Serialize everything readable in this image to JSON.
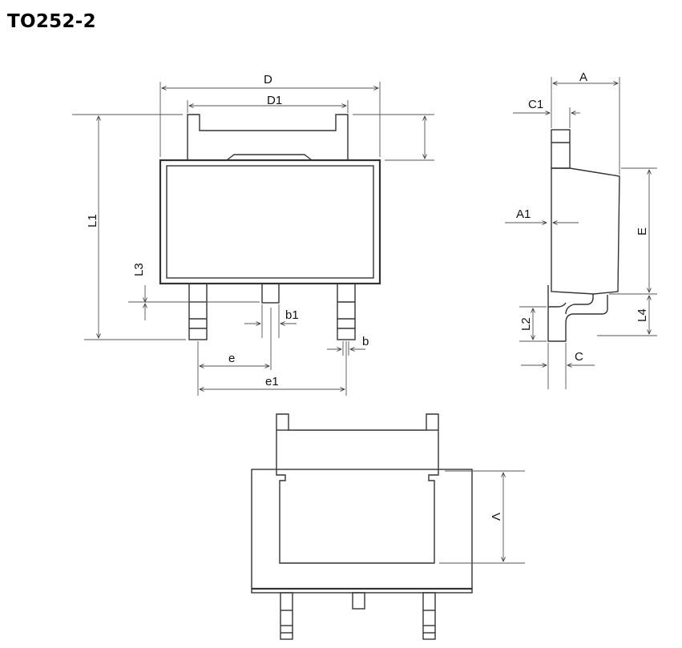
{
  "title": "TO252-2",
  "labels": {
    "D": "D",
    "D1": "D1",
    "L1": "L1",
    "L3": "L3",
    "b1": "b1",
    "b": "b",
    "e": "e",
    "e1": "e1",
    "A": "A",
    "C1": "C1",
    "A1": "A1",
    "E": "E",
    "L2": "L2",
    "L4": "L4",
    "C": "C",
    "V": "V"
  },
  "colors": {
    "line": "#333333",
    "text": "#111111"
  }
}
